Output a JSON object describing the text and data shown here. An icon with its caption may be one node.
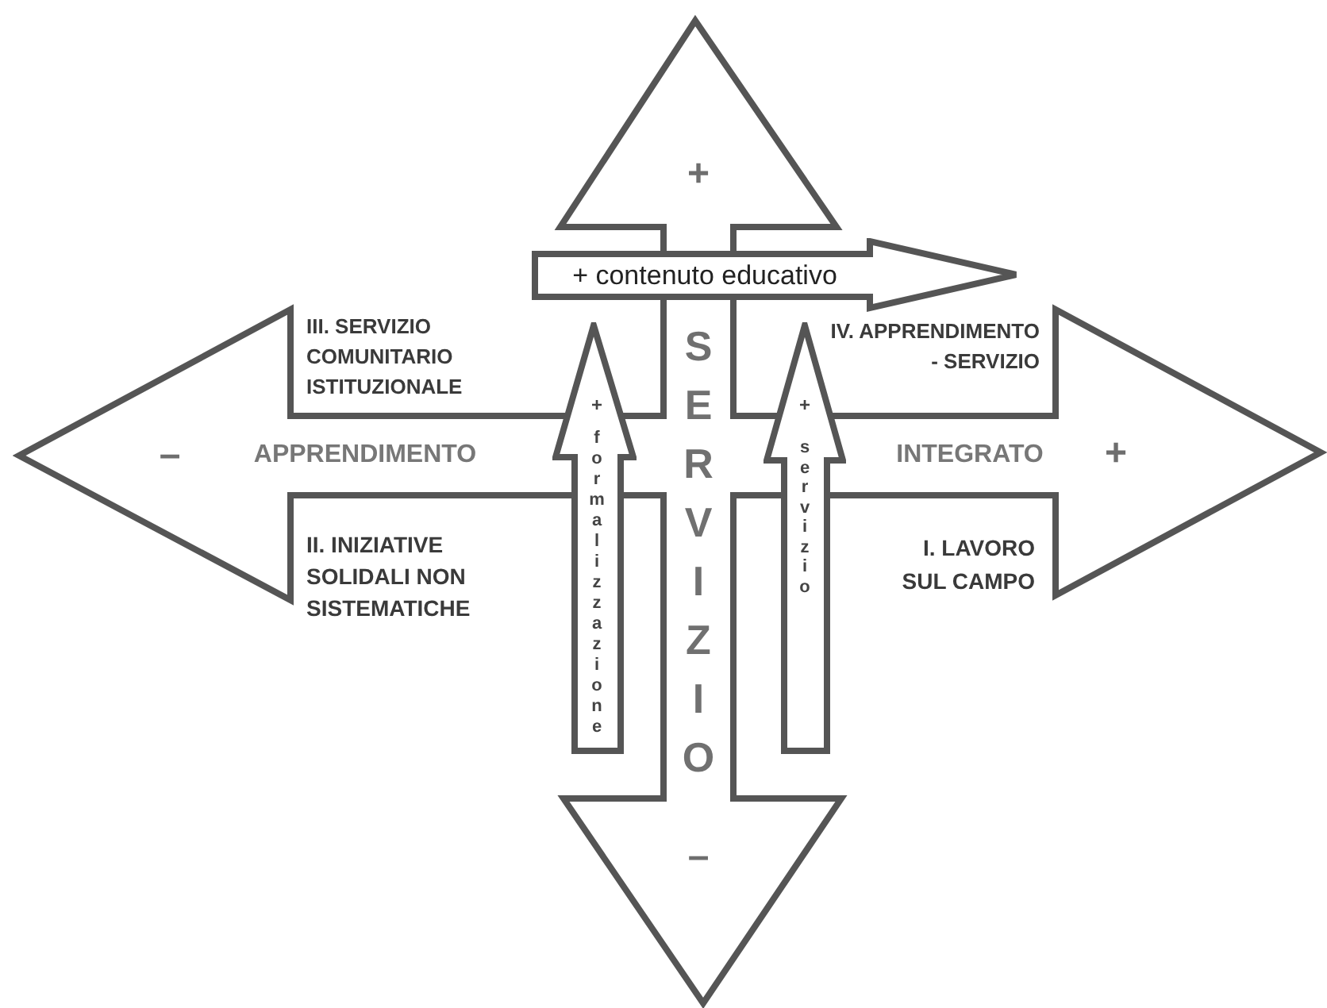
{
  "diagram": {
    "nodes": [
      {
        "text": [
          "+",
          "SERVIZIO",
          "–",
          "–",
          "APPRENDIMENTO",
          "INTEGRATO",
          "+"
        ]
      },
      {
        "text": [
          "+ contenuto educativo"
        ]
      },
      {
        "text": [
          "+",
          "formalizzazione"
        ]
      },
      {
        "text": [
          "+",
          "servizio"
        ]
      }
    ],
    "labels": [
      "III. SERVIZIO COMUNITARIO ISTITUZIONALE",
      "IV. APPRENDIMENTO - SERVIZIO",
      "II. INIZIATIVE SOLIDALI NON SISTEMATICHE",
      "I. LAVORO SUL CAMPO"
    ]
  }
}
